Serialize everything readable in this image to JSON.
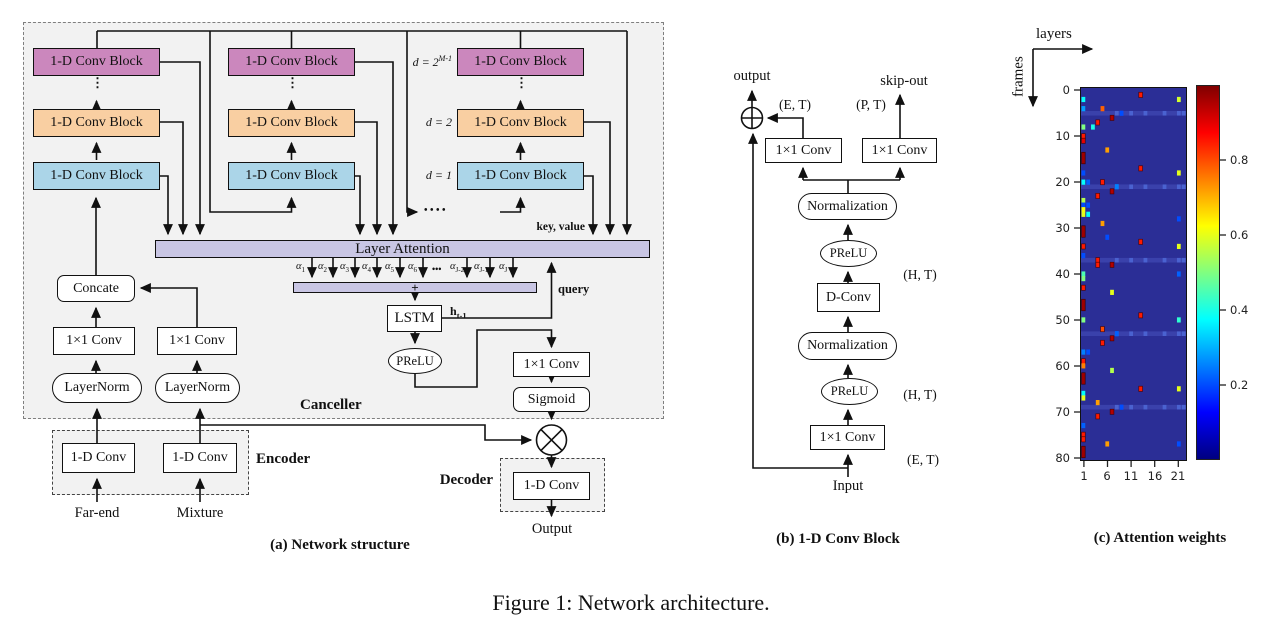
{
  "figure_caption": "Figure 1: Network architecture.",
  "labels": {
    "conv_block": "1-D Conv Block",
    "vdots": "⋮",
    "hdots": "•  •  •  •",
    "mid_dots": "•••"
  },
  "panel_a": {
    "caption": "(a) Network structure",
    "canceller": "Canceller",
    "encoder": "Encoder",
    "decoder": "Decoder",
    "layer_attention": "Layer Attention",
    "key_value": "key, value",
    "query": "query",
    "sum_plus": "+",
    "lstm": "LSTM",
    "prelu": "PReLU",
    "h_base": "h",
    "h_sub": "t-1",
    "d_base": "d = 2",
    "d_exp": "M-1",
    "d_mid": "d = 2",
    "d_bottom": "d = 1",
    "alpha_char": "α",
    "alpha_subs": [
      "1",
      "2",
      "3",
      "4",
      "5",
      "6",
      "J-2",
      "J-1",
      "J"
    ],
    "concate": "Concate",
    "conv1x1": "1×1 Conv",
    "layernorm": "LayerNorm",
    "sigmoid": "Sigmoid",
    "conv1d": "1-D Conv",
    "far_end": "Far-end",
    "mixture": "Mixture",
    "output": "Output"
  },
  "panel_b": {
    "caption": "(b) 1-D Conv Block",
    "output": "output",
    "skip_out": "skip-out",
    "et": "(E, T)",
    "pt": "(P, T)",
    "ht": "(H, T)",
    "conv1x1": "1×1 Conv",
    "normalization": "Normalization",
    "prelu": "PReLU",
    "dconv": "D-Conv",
    "input": "Input"
  },
  "panel_c": {
    "caption": "(c) Attention weights",
    "xaxis_label": "layers",
    "yaxis_label": "frames"
  },
  "chart_data": {
    "type": "heatmap",
    "title": "(c) Attention weights",
    "xlabel": "layers",
    "ylabel": "frames",
    "n_layers": 22,
    "n_frames": 81,
    "xticks": [
      1,
      6,
      11,
      16,
      21
    ],
    "yticks": [
      0,
      10,
      20,
      30,
      40,
      50,
      60,
      70,
      80
    ],
    "colorbar_ticks": [
      0.2,
      0.4,
      0.6,
      0.8
    ],
    "colorbar_range": [
      0.0,
      1.0
    ],
    "colormap": "jet",
    "background_value": 0.05,
    "bg_color": "#2b2e96",
    "streak_color": "#3a41ab",
    "row_streaks": [
      5,
      21,
      37,
      53,
      69
    ],
    "streak_value": 0.13,
    "streak_dot_layers": [
      8,
      11,
      14,
      18,
      21,
      22
    ],
    "layer1_bars": [
      [
        14,
        16.5,
        0.97
      ],
      [
        30,
        32.5,
        0.97
      ],
      [
        46,
        48.5,
        0.97
      ],
      [
        62,
        64.5,
        0.97
      ],
      [
        78,
        80.5,
        0.97
      ]
    ],
    "hotspots": [
      [
        13,
        1,
        0.85
      ],
      [
        21,
        2,
        0.58
      ],
      [
        1,
        2,
        0.38
      ],
      [
        1,
        4,
        0.28
      ],
      [
        5,
        4,
        0.78
      ],
      [
        7,
        6,
        0.95
      ],
      [
        4,
        7,
        0.85
      ],
      [
        1,
        8,
        0.5
      ],
      [
        3,
        8,
        0.4
      ],
      [
        1,
        10,
        0.85
      ],
      [
        1,
        11,
        0.9
      ],
      [
        6,
        13,
        0.72
      ],
      [
        13,
        17,
        0.85
      ],
      [
        21,
        18,
        0.6
      ],
      [
        1,
        18,
        0.2
      ],
      [
        1,
        20,
        0.38
      ],
      [
        2,
        20,
        0.22
      ],
      [
        5,
        20,
        0.85
      ],
      [
        7,
        22,
        0.95
      ],
      [
        4,
        23,
        0.85
      ],
      [
        1,
        24,
        0.55
      ],
      [
        1,
        25,
        0.2
      ],
      [
        2,
        25,
        0.2
      ],
      [
        1,
        26,
        0.62
      ],
      [
        1,
        27,
        0.6
      ],
      [
        2,
        27,
        0.38
      ],
      [
        21,
        28,
        0.2
      ],
      [
        5,
        29,
        0.72
      ],
      [
        6,
        32,
        0.2
      ],
      [
        13,
        33,
        0.85
      ],
      [
        1,
        34,
        0.85
      ],
      [
        21,
        34,
        0.6
      ],
      [
        1,
        36,
        0.2
      ],
      [
        4,
        37,
        0.85
      ],
      [
        4,
        38,
        0.85
      ],
      [
        7,
        38,
        0.95
      ],
      [
        1,
        40,
        0.45
      ],
      [
        21,
        40,
        0.22
      ],
      [
        1,
        41,
        0.5
      ],
      [
        1,
        43,
        0.85
      ],
      [
        7,
        44,
        0.6
      ],
      [
        13,
        49,
        0.85
      ],
      [
        1,
        50,
        0.5
      ],
      [
        21,
        50,
        0.42
      ],
      [
        5,
        52,
        0.8
      ],
      [
        7,
        54,
        0.95
      ],
      [
        5,
        55,
        0.85
      ],
      [
        1,
        57,
        0.25
      ],
      [
        2,
        57,
        0.2
      ],
      [
        1,
        59,
        0.85
      ],
      [
        1,
        60,
        0.75
      ],
      [
        7,
        61,
        0.55
      ],
      [
        13,
        65,
        0.85
      ],
      [
        21,
        65,
        0.6
      ],
      [
        1,
        66,
        0.38
      ],
      [
        1,
        67,
        0.6
      ],
      [
        4,
        68,
        0.72
      ],
      [
        7,
        70,
        0.95
      ],
      [
        4,
        71,
        0.85
      ],
      [
        1,
        73,
        0.22
      ],
      [
        1,
        75,
        0.85
      ],
      [
        1,
        76,
        0.85
      ],
      [
        6,
        77,
        0.72
      ],
      [
        21,
        77,
        0.2
      ],
      [
        8,
        21,
        0.25
      ],
      [
        9,
        5,
        0.2
      ],
      [
        8,
        53,
        0.22
      ],
      [
        9,
        69,
        0.2
      ]
    ]
  }
}
